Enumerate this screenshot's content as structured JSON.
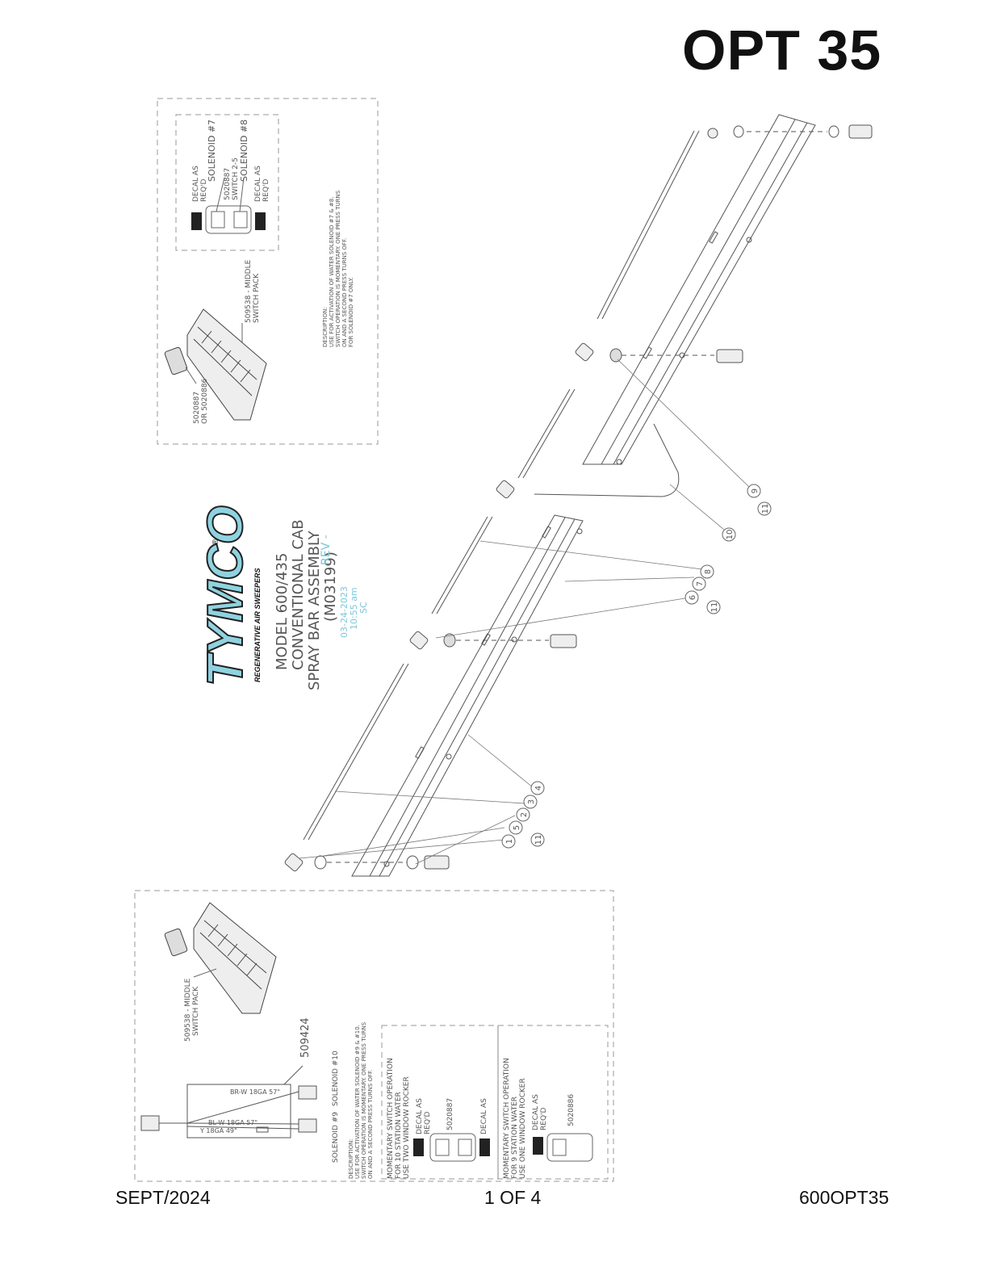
{
  "header": {
    "title": "OPT 35"
  },
  "footer": {
    "date": "SEPT/2024",
    "page": "1 OF 4",
    "doc_number": "600OPT35"
  },
  "logo": {
    "brand_text": "TYMCO",
    "tagline": "REGENERATIVE AIR SWEEPERS",
    "registered_mark": "®",
    "brand_color": "#8fd3e0"
  },
  "title_block": {
    "line1": "MODEL 600/435",
    "line2": "CONVENTIONAL CAB",
    "line3": "SPRAY BAR ASSEMBLY",
    "line4": "(M03199)",
    "rev": "REV -",
    "date": "03-24-2023",
    "time": "10:55 am",
    "initials": "SC",
    "stamp_color": "#7cc7dd"
  },
  "top_detail": {
    "decal_top": [
      "DECAL AS",
      "REQ'D"
    ],
    "solenoid_7": "SOLENOID #7",
    "switch_part": [
      "5020887",
      "SWITCH 2-5"
    ],
    "solenoid_8": "SOLENOID #8",
    "decal_bottom": [
      "DECAL AS",
      "REQ'D"
    ],
    "switch_pack": [
      "509538 - MIDDLE",
      "SWITCH PACK"
    ],
    "rocker_part": [
      "5020887",
      "OR 5020886"
    ],
    "description": [
      "DESCRIPTION:",
      "USE FOR ACTIVATION OF WATER SOLENOID #7 & #8.",
      "SWITCH OPERATION IS MOMENTARY. ONE PRESS TURNS",
      "ON AND A SECOND PRESS TURNS OFF.",
      "FOR SOLENOID #7 ONLY."
    ]
  },
  "bottom_detail": {
    "switch_pack": [
      "509538 - MIDDLE",
      "SWITCH PACK"
    ],
    "harness_part": "509424",
    "wire1": "BR-W 18GA 57\"",
    "wire2": "BL-W 18GA 57\"",
    "wire3": "Y 18GA 49\"",
    "solenoid_9": "SOLENOID #9",
    "solenoid_10": "SOLENOID #10",
    "description": [
      "DESCRIPTION:",
      "USE FOR ACTIVATION OF WATER SOLENOID #9 & #10.",
      "SWITCH OPERATION IS MOMENTARY. ONE PRESS TURNS",
      "ON AND A SECOND PRESS TURNS OFF."
    ],
    "op10": [
      "MOMENTARY SWITCH OPERATION",
      "FOR 10 STATION WATER",
      "USE TWO WINDOW ROCKER"
    ],
    "op10_decal": [
      "DECAL AS",
      "REQ'D"
    ],
    "op10_part": "5020887",
    "op9": [
      "MOMENTARY SWITCH OPERATION",
      "FOR 9 STATION WATER",
      "USE ONE WINDOW ROCKER"
    ],
    "op9_decal": [
      "DECAL AS",
      "REQ'D"
    ],
    "op9_part": "5020886"
  },
  "balloons": {
    "group_top": [
      "9",
      "11",
      "10"
    ],
    "group_mid": [
      "8",
      "7",
      "6",
      "11"
    ],
    "group_bottom": [
      "4",
      "3",
      "2",
      "5",
      "1",
      "11"
    ]
  }
}
